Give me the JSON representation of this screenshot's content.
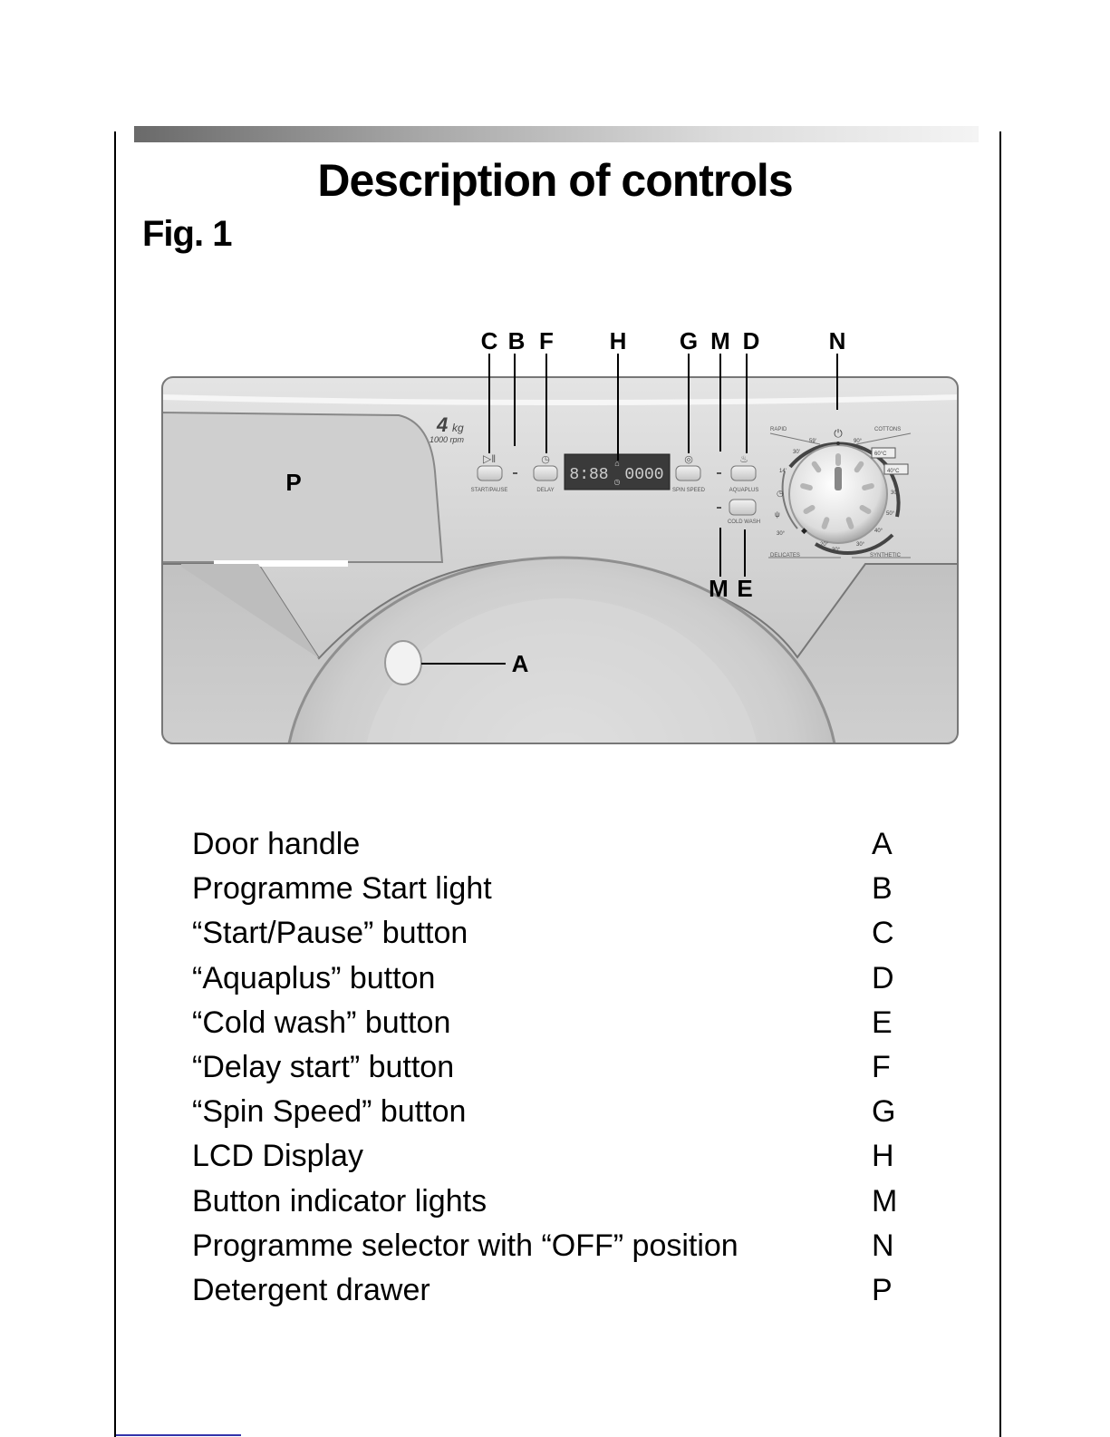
{
  "page": {
    "title": "Description of controls",
    "figure_label": "Fig. 1"
  },
  "diagram": {
    "callouts": {
      "C": "C",
      "B": "B",
      "F": "F",
      "H": "H",
      "G": "G",
      "M_top": "M",
      "D": "D",
      "N": "N",
      "P": "P",
      "A": "A",
      "M_bottom": "M",
      "E": "E"
    },
    "capacity": "4",
    "capacity_unit": "kg",
    "spin_rating": "1000 rpm",
    "button_labels": {
      "start_pause": "START/PAUSE",
      "delay": "DELAY",
      "spin_speed": "SPIN SPEED",
      "aquaplus": "AQUAPLUS",
      "cold_wash": "COLD WASH"
    },
    "display_left": "8:88",
    "display_right": "0000",
    "dial": {
      "rapid": "RAPID",
      "cottons": "COTTONS",
      "delicates": "DELICATES",
      "synthetic": "SYNTHETIC",
      "temps": [
        "90°",
        "60°C",
        "40°C",
        "30°",
        "50°",
        "40°",
        "30°",
        "20°",
        "30°",
        "30°",
        "14'",
        "30'",
        "59'"
      ]
    }
  },
  "legend": [
    {
      "label": "Door handle",
      "letter": "A"
    },
    {
      "label": "Programme Start light",
      "letter": "B"
    },
    {
      "label": "“Start/Pause” button",
      "letter": "C"
    },
    {
      "label": "“Aquaplus” button",
      "letter": "D"
    },
    {
      "label": "“Cold wash” button",
      "letter": "E"
    },
    {
      "label": "“Delay start” button",
      "letter": "F"
    },
    {
      "label": "“Spin Speed” button",
      "letter": "G"
    },
    {
      "label": "LCD Display",
      "letter": "H"
    },
    {
      "label": "Button indicator lights",
      "letter": "M"
    },
    {
      "label": "Programme selector with “OFF” position",
      "letter": "N"
    },
    {
      "label": "Detergent drawer",
      "letter": "P"
    }
  ]
}
